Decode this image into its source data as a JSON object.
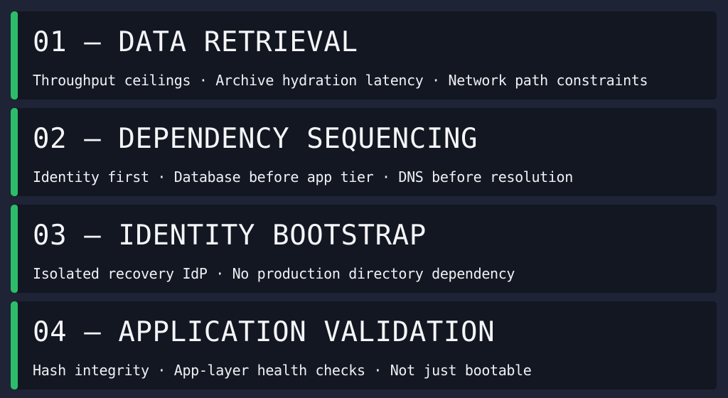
{
  "accent_color": "#2dbd6a",
  "cards": [
    {
      "number": "01",
      "title": "01 — DATA RETRIEVAL",
      "subtitle": "Throughput ceilings · Archive hydration latency · Network path constraints"
    },
    {
      "number": "02",
      "title": "02 — DEPENDENCY SEQUENCING",
      "subtitle": "Identity first · Database before app tier · DNS before resolution"
    },
    {
      "number": "03",
      "title": "03 — IDENTITY BOOTSTRAP",
      "subtitle": "Isolated recovery IdP · No production directory dependency"
    },
    {
      "number": "04",
      "title": "04 — APPLICATION VALIDATION",
      "subtitle": "Hash integrity · App-layer health checks · Not just bootable"
    }
  ]
}
